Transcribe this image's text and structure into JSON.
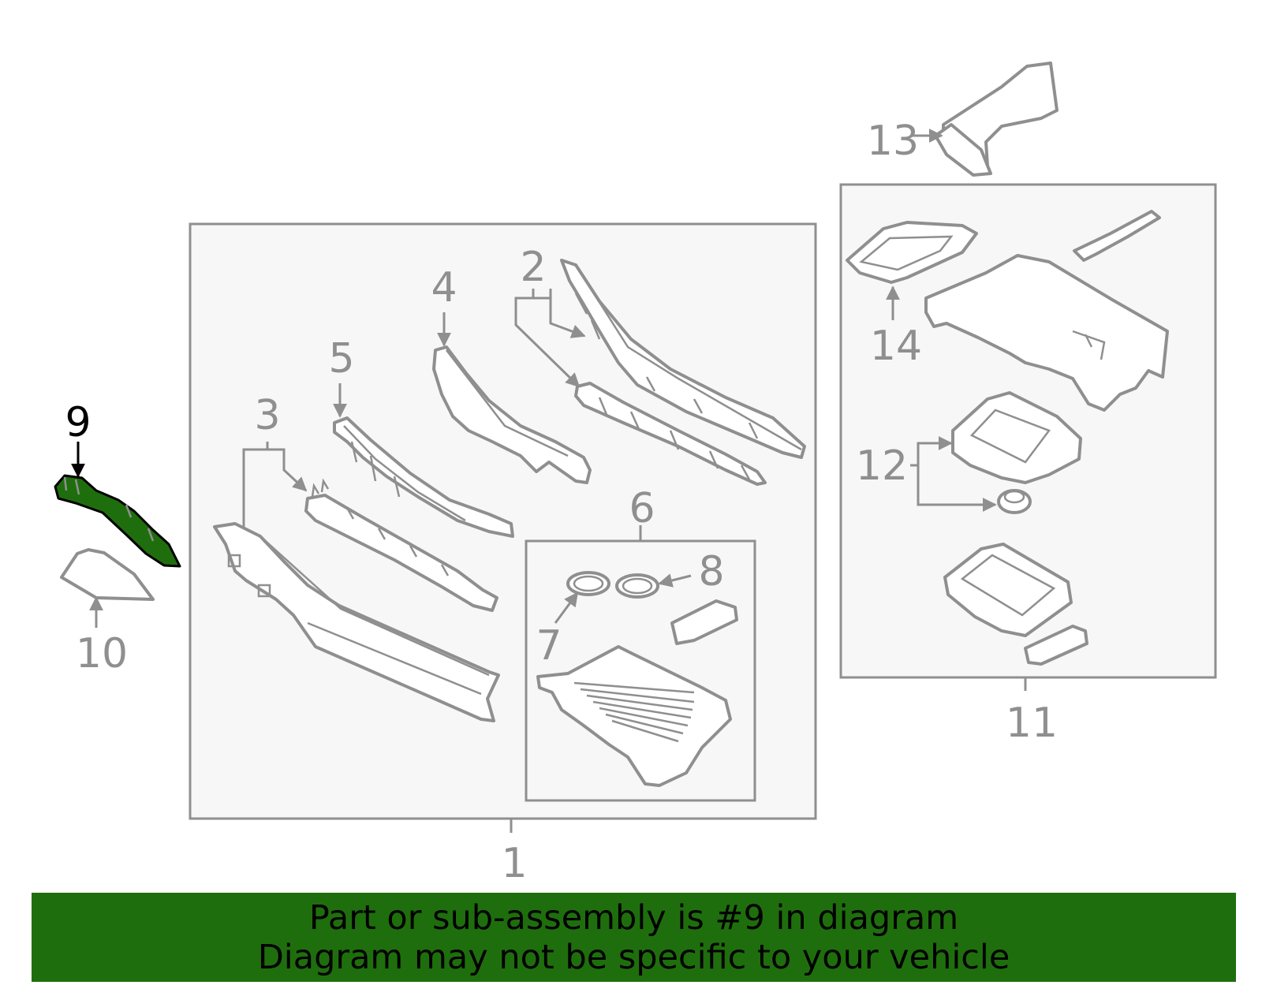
{
  "diagram": {
    "callouts": {
      "c1": "1",
      "c2": "2",
      "c3": "3",
      "c4": "4",
      "c5": "5",
      "c6": "6",
      "c7": "7",
      "c8": "8",
      "c9": "9",
      "c10": "10",
      "c11": "11",
      "c12": "12",
      "c13": "13",
      "c14": "14"
    },
    "highlighted_part": "9",
    "highlight_color": "#1f6e0d",
    "line_color": "#8f8f8f"
  },
  "banner": {
    "line1": "Part or sub-assembly is #9 in diagram",
    "line2": "Diagram may not be specific to your vehicle",
    "color": "#1f6e0d"
  }
}
